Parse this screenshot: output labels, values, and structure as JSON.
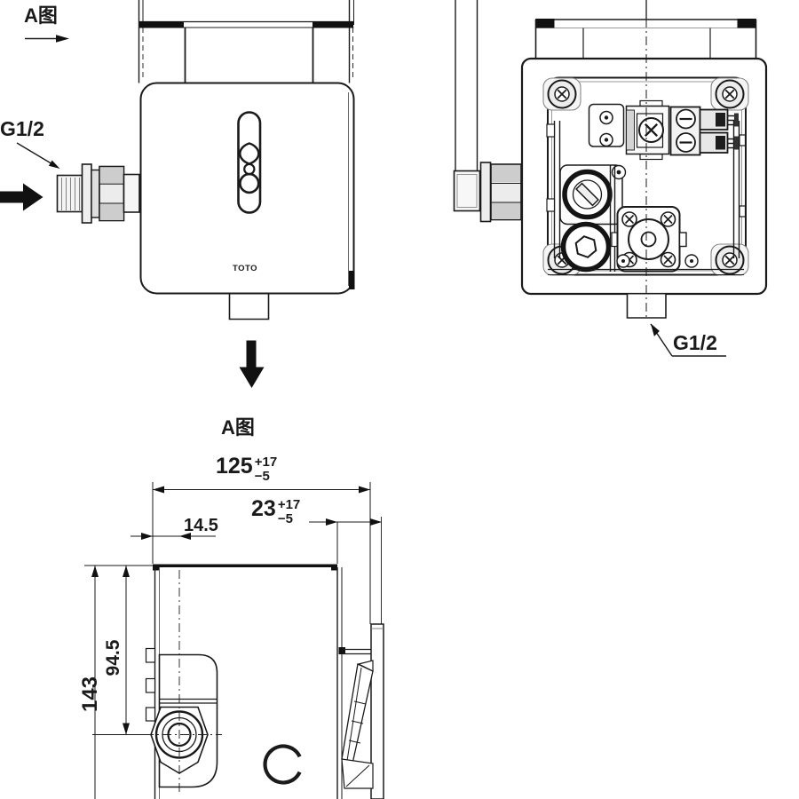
{
  "front_view": {
    "marker": "A图",
    "inlet_thread": "G1/2",
    "brand": "TOTO"
  },
  "internal_view": {
    "outlet_thread": "G1/2"
  },
  "detail_view": {
    "title": "A图",
    "dims": {
      "overall_width": {
        "value": "125",
        "tol_plus": "+17",
        "tol_minus": "−5"
      },
      "center_offset": {
        "value": "14.5"
      },
      "wall_to_plate": {
        "value": "23",
        "tol_plus": "+17",
        "tol_minus": "−5"
      },
      "inlet_center_height": {
        "value": "94.5"
      },
      "overall_height": {
        "value": "143"
      }
    }
  }
}
